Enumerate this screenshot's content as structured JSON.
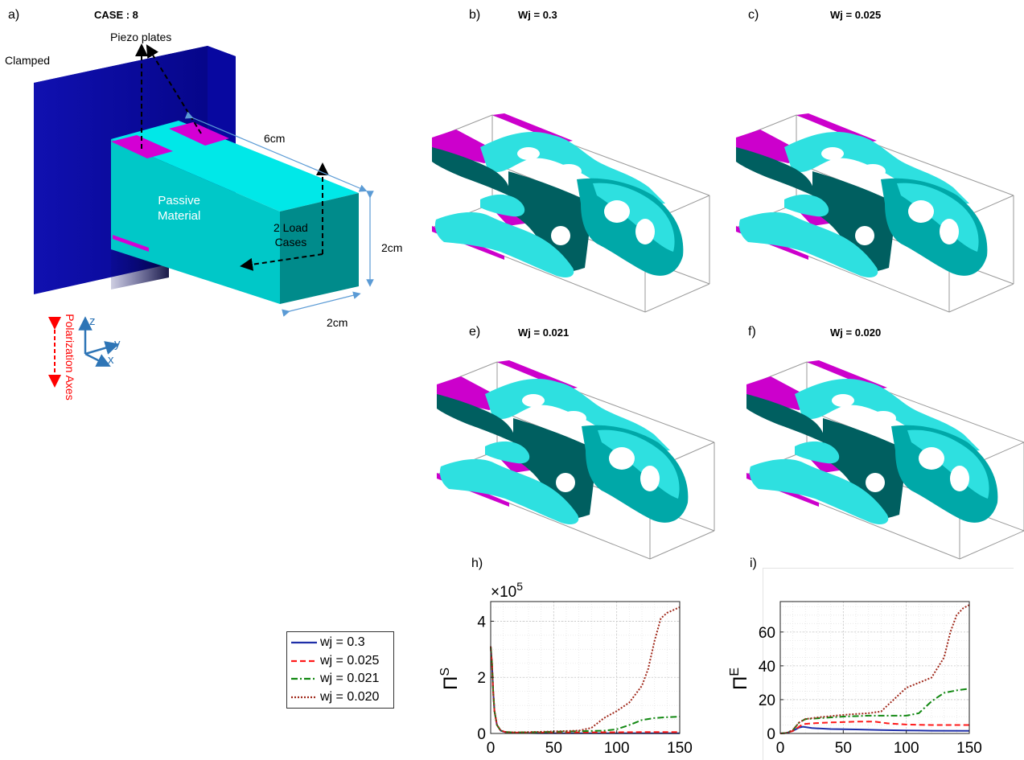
{
  "panel_a": {
    "label": "a)",
    "case_title": "CASE : 8",
    "clamped": "Clamped",
    "piezo_plates": "Piezo plates",
    "passive_line1": "Passive",
    "passive_line2": "Material",
    "load_line1": "2 Load",
    "load_line2": "Cases",
    "dim_length": "6cm",
    "dim_height": "2cm",
    "dim_width": "2cm",
    "axis_z": "z",
    "axis_y": "y",
    "axis_x": "x",
    "polarization": "Polarization Axes",
    "colors": {
      "clamp": "#0a0a9e",
      "beam_top": "#00e5e5",
      "beam_front": "#00cccc",
      "beam_side": "#008f8f",
      "piezo": "#cc00cc",
      "polarization": "#ff0000"
    }
  },
  "topologies": [
    {
      "label": "b)",
      "wj": "Wj = 0.3"
    },
    {
      "label": "c)",
      "wj": "Wj = 0.025"
    },
    {
      "label": "e)",
      "wj": "Wj = 0.021"
    },
    {
      "label": "f)",
      "wj": "Wj = 0.020"
    }
  ],
  "legend": {
    "entries": [
      {
        "name": "wj = 0.3",
        "color": "#1f2fa8",
        "dash": "solid"
      },
      {
        "name": "wj = 0.025",
        "color": "#ff1a1a",
        "dash": "dashed"
      },
      {
        "name": "wj = 0.021",
        "color": "#118811",
        "dash": "dashdot"
      },
      {
        "name": "wj = 0.020",
        "color": "#a0281a",
        "dash": "dotted"
      }
    ]
  },
  "chart_data": [
    {
      "panel_label": "h)",
      "type": "line",
      "ylabel_base": "Π",
      "ylabel_sup": "S",
      "exponent_base": "×10",
      "exponent_sup": "5",
      "xlim": [
        0,
        150
      ],
      "ylim": [
        0,
        4.7
      ],
      "xticks": [
        0,
        50,
        100,
        150
      ],
      "yticks": [
        0,
        2,
        4
      ],
      "grid": true,
      "series": [
        {
          "name": "wj = 0.3",
          "x": [
            0,
            1,
            2,
            3,
            5,
            8,
            12,
            20,
            40,
            80,
            120,
            150
          ],
          "y": [
            3.1,
            2.5,
            1.5,
            0.8,
            0.3,
            0.1,
            0.04,
            0.02,
            0.01,
            0.01,
            0.01,
            0.01
          ]
        },
        {
          "name": "wj = 0.025",
          "x": [
            0,
            1,
            2,
            3,
            5,
            8,
            12,
            20,
            40,
            80,
            120,
            150
          ],
          "y": [
            3.1,
            2.5,
            1.5,
            0.8,
            0.3,
            0.1,
            0.05,
            0.03,
            0.03,
            0.04,
            0.05,
            0.05
          ]
        },
        {
          "name": "wj = 0.021",
          "x": [
            0,
            1,
            2,
            3,
            5,
            8,
            12,
            20,
            40,
            70,
            90,
            100,
            110,
            120,
            130,
            140,
            150
          ],
          "y": [
            3.1,
            2.5,
            1.5,
            0.8,
            0.3,
            0.1,
            0.05,
            0.04,
            0.05,
            0.08,
            0.1,
            0.15,
            0.3,
            0.48,
            0.55,
            0.58,
            0.6
          ]
        },
        {
          "name": "wj = 0.020",
          "x": [
            0,
            1,
            2,
            3,
            5,
            8,
            12,
            20,
            40,
            70,
            80,
            90,
            100,
            110,
            120,
            125,
            130,
            135,
            140,
            145,
            150
          ],
          "y": [
            3.1,
            2.5,
            1.5,
            0.8,
            0.3,
            0.1,
            0.05,
            0.04,
            0.06,
            0.1,
            0.2,
            0.55,
            0.8,
            1.1,
            1.7,
            2.3,
            3.3,
            4.1,
            4.3,
            4.4,
            4.5
          ]
        }
      ]
    },
    {
      "panel_label": "i)",
      "type": "line",
      "ylabel_base": "Π",
      "ylabel_sup": "E",
      "xlim": [
        0,
        150
      ],
      "ylim": [
        0,
        78
      ],
      "xticks": [
        0,
        50,
        100,
        150
      ],
      "yticks": [
        0,
        20,
        40,
        60
      ],
      "grid": true,
      "series": [
        {
          "name": "wj = 0.3",
          "x": [
            0,
            5,
            10,
            15,
            18,
            25,
            40,
            60,
            80,
            100,
            120,
            150
          ],
          "y": [
            0,
            0.3,
            1.5,
            3.5,
            4,
            3.2,
            2.6,
            2.4,
            2,
            1.8,
            1.6,
            1.5
          ]
        },
        {
          "name": "wj = 0.025",
          "x": [
            0,
            5,
            10,
            15,
            18,
            25,
            40,
            60,
            75,
            85,
            100,
            120,
            150
          ],
          "y": [
            0,
            0.3,
            1.5,
            4,
            5.5,
            6,
            6.5,
            7,
            7,
            6,
            5.3,
            5,
            5
          ]
        },
        {
          "name": "wj = 0.021",
          "x": [
            0,
            5,
            10,
            15,
            20,
            30,
            50,
            70,
            80,
            90,
            100,
            110,
            120,
            130,
            140,
            150
          ],
          "y": [
            0,
            0.3,
            2,
            6.5,
            8.5,
            9,
            10,
            10.5,
            10.5,
            10.5,
            10.5,
            12,
            19,
            24,
            25.5,
            26.5
          ]
        },
        {
          "name": "wj = 0.020",
          "x": [
            0,
            5,
            10,
            15,
            20,
            30,
            50,
            70,
            80,
            90,
            100,
            110,
            120,
            130,
            135,
            140,
            145,
            150
          ],
          "y": [
            0,
            0.3,
            2,
            6.5,
            8.5,
            9.5,
            11,
            12,
            13,
            20,
            27,
            30,
            33,
            45,
            60,
            70,
            74,
            76
          ]
        }
      ]
    }
  ]
}
